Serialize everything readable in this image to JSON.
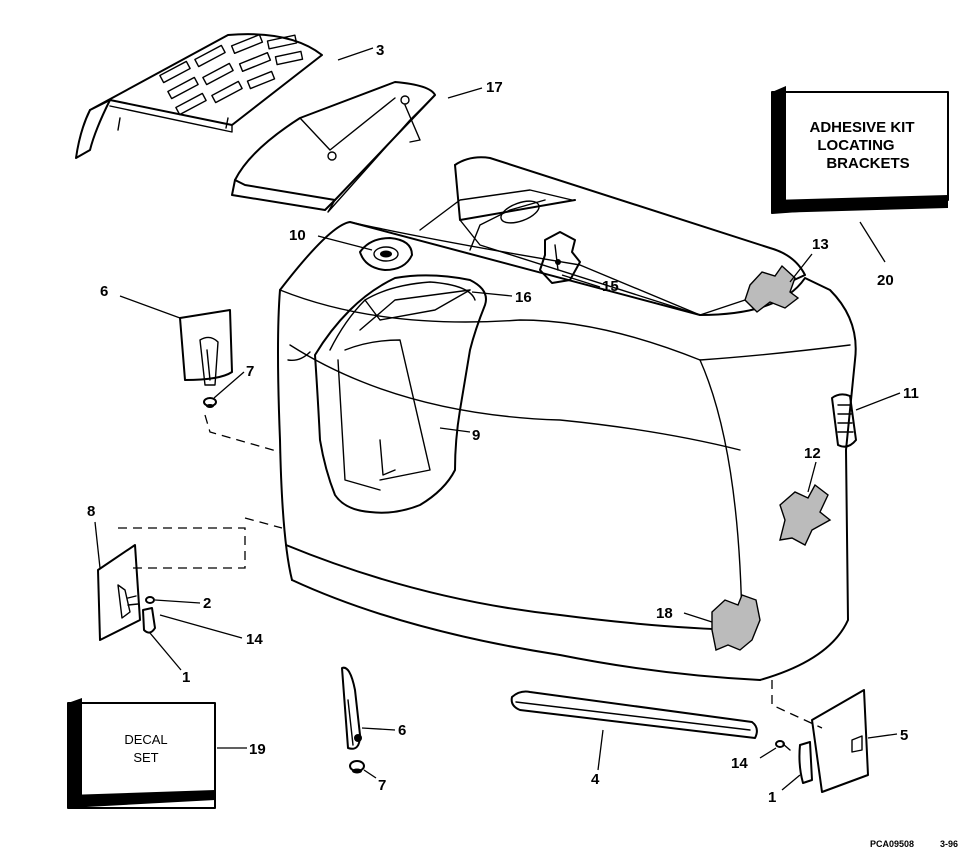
{
  "diagram": {
    "boxes": {
      "adhesive_kit": [
        "ADHESIVE KIT",
        "LOCATING",
        "BRACKETS"
      ],
      "decal_set": [
        "DECAL",
        "SET"
      ]
    },
    "callouts": {
      "c3": "3",
      "c17": "17",
      "c20": "20",
      "c10": "10",
      "c13": "13",
      "c6a": "6",
      "c16": "16",
      "c15": "15",
      "c7a": "7",
      "c11": "11",
      "c9": "9",
      "c12": "12",
      "c8": "8",
      "c2": "2",
      "c14a": "14",
      "c1a": "1",
      "c18": "18",
      "c19": "19",
      "c6b": "6",
      "c7b": "7",
      "c4": "4",
      "c5": "5",
      "c14b": "14",
      "c1b": "1"
    },
    "footer": {
      "code": "PCA09508",
      "date": "3-96"
    }
  }
}
